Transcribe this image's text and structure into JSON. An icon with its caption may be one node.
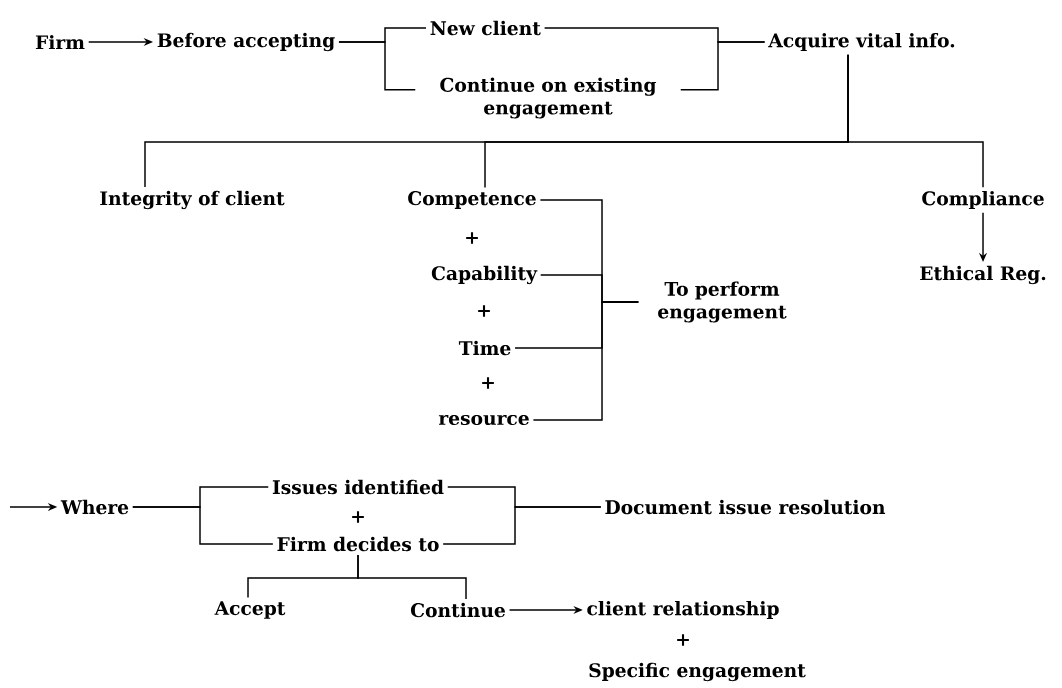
{
  "diagram": {
    "nodes": [
      {
        "text": [
          "Firm"
        ]
      },
      {
        "text": [
          "Before accepting"
        ]
      },
      {
        "text": [
          "New client"
        ]
      },
      {
        "text": [
          "Continue on existing engagement"
        ]
      },
      {
        "text": [
          "Acquire vital info."
        ]
      },
      {
        "text": [
          "Integrity of client"
        ]
      },
      {
        "text": [
          "Competence"
        ]
      },
      {
        "text": [
          "Capability"
        ]
      },
      {
        "text": [
          "Time"
        ]
      },
      {
        "text": [
          "resource"
        ]
      },
      {
        "text": [
          "To perform engagement"
        ]
      },
      {
        "text": [
          "Compliance"
        ]
      },
      {
        "text": [
          "Ethical Reg."
        ]
      },
      {
        "text": [
          "Where"
        ]
      },
      {
        "text": [
          "Issues identified"
        ]
      },
      {
        "text": [
          "Firm decides to"
        ]
      },
      {
        "text": [
          "Document issue resolution"
        ]
      },
      {
        "text": [
          "Accept"
        ]
      },
      {
        "text": [
          "Continue"
        ]
      },
      {
        "text": [
          "client relationship"
        ]
      },
      {
        "text": [
          "Specific engagement"
        ]
      }
    ],
    "edges": [
      {
        "from": 0,
        "to": 1,
        "arrow": "to"
      },
      {
        "from": 1,
        "to": 2,
        "arrow": "none"
      },
      {
        "from": 1,
        "to": 3,
        "arrow": "none"
      },
      {
        "from": 2,
        "to": 4,
        "arrow": "none"
      },
      {
        "from": 3,
        "to": 4,
        "arrow": "none"
      },
      {
        "from": 4,
        "to": 5,
        "arrow": "none"
      },
      {
        "from": 4,
        "to": 6,
        "arrow": "none"
      },
      {
        "from": 4,
        "to": 11,
        "arrow": "none"
      },
      {
        "from": 6,
        "to": 10,
        "arrow": "none"
      },
      {
        "from": 7,
        "to": 10,
        "arrow": "none"
      },
      {
        "from": 8,
        "to": 10,
        "arrow": "none"
      },
      {
        "from": 9,
        "to": 10,
        "arrow": "none"
      },
      {
        "from": 11,
        "to": 12,
        "arrow": "to"
      },
      {
        "from": null,
        "to": 13,
        "arrow": "to"
      },
      {
        "from": 13,
        "to": 14,
        "arrow": "none"
      },
      {
        "from": 13,
        "to": 15,
        "arrow": "none"
      },
      {
        "from": 14,
        "to": 16,
        "arrow": "none"
      },
      {
        "from": 15,
        "to": 16,
        "arrow": "none"
      },
      {
        "from": 15,
        "to": 17,
        "arrow": "none"
      },
      {
        "from": 15,
        "to": 18,
        "arrow": "none"
      },
      {
        "from": 18,
        "to": 19,
        "arrow": "to"
      }
    ],
    "labels": [
      "+",
      "+",
      "+",
      "+",
      "+"
    ]
  }
}
